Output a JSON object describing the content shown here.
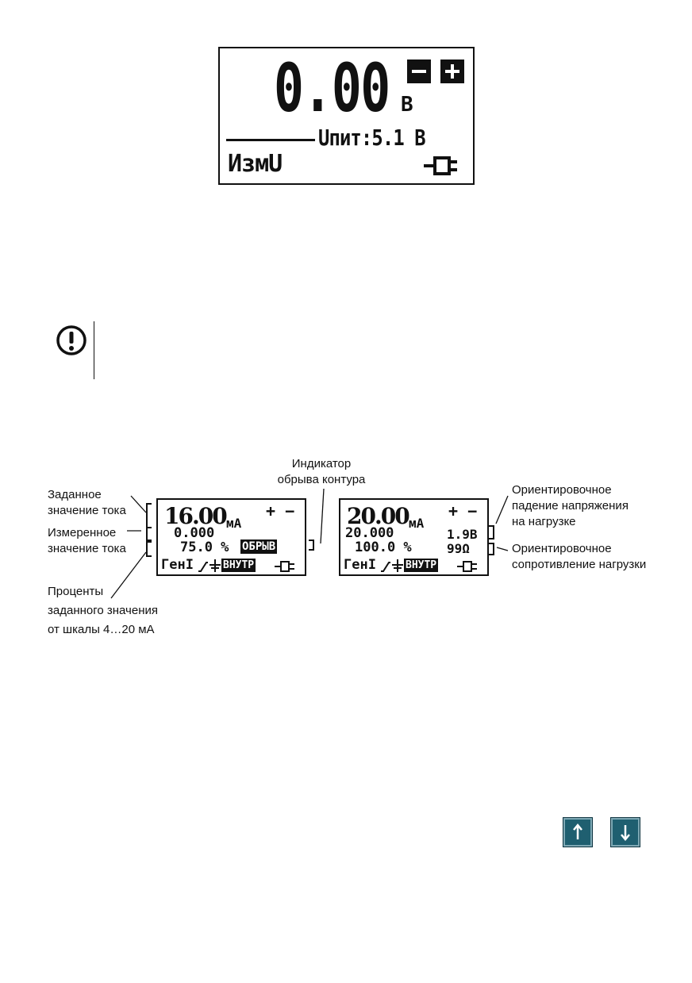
{
  "top_display": {
    "value": "0.00",
    "unit": "В",
    "minus_sign": "−",
    "plus_sign": "+",
    "supply_label": "Uпит:5.1 В",
    "mode": "ИзмU"
  },
  "warning": {
    "icon": "exclamation-circle-icon"
  },
  "annotations": {
    "break_indicator": "Индикатор\nобрыва контура",
    "set_current": "Заданное\nзначение тока",
    "measured_current": "Измеренное\nзначение тока",
    "percent": "Проценты\nзаданного значения\nот шкалы 4…20 мА",
    "voltage_drop": "Ориентировочное\nпадение напряжения\nна нагрузке",
    "resistance": "Ориентировочное\nсопротивление нагрузки"
  },
  "display_left": {
    "set_value": "16.00",
    "unit": "мА",
    "plus_minus": "+ −",
    "measured": "0.000",
    "percent": "75.0 %",
    "break_badge": "ОБРЫВ",
    "mode": "ГенI",
    "source": "ВНУТР"
  },
  "display_right": {
    "set_value": "20.00",
    "unit": "мА",
    "plus_minus": "+ −",
    "measured": "20.000",
    "voltage": "1.9В",
    "percent": "100.0 %",
    "resistance": "99Ω",
    "mode": "ГенI",
    "source": "ВНУТР"
  },
  "nav_buttons": {
    "up": "↑",
    "down": "↓"
  }
}
